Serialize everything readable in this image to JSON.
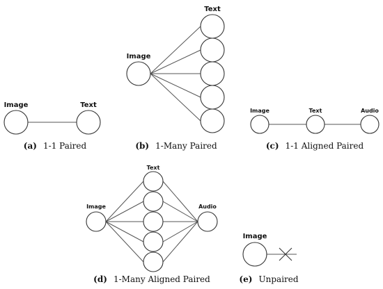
{
  "panels": {
    "a": {
      "nodes": {
        "image": "Image",
        "text": "Text"
      },
      "caption": {
        "letter": "(a)",
        "text": "1-1 Paired"
      }
    },
    "b": {
      "nodes": {
        "image": "Image",
        "text": "Text"
      },
      "caption": {
        "letter": "(b)",
        "text": "1-Many Paired"
      }
    },
    "c": {
      "nodes": {
        "image": "Image",
        "text": "Text",
        "audio": "Audio"
      },
      "caption": {
        "letter": "(c)",
        "text": "1-1 Aligned Paired"
      }
    },
    "d": {
      "nodes": {
        "image": "Image",
        "text": "Text",
        "audio": "Audio"
      },
      "caption": {
        "letter": "(d)",
        "text": "1-Many Aligned Paired"
      }
    },
    "e": {
      "nodes": {
        "image": "Image"
      },
      "caption": {
        "letter": "(e)",
        "text": "Unpaired"
      }
    }
  },
  "colors": {
    "node_stroke": "#333333",
    "edge_stroke": "#555555",
    "text": "#111111",
    "background": "#ffffff"
  }
}
